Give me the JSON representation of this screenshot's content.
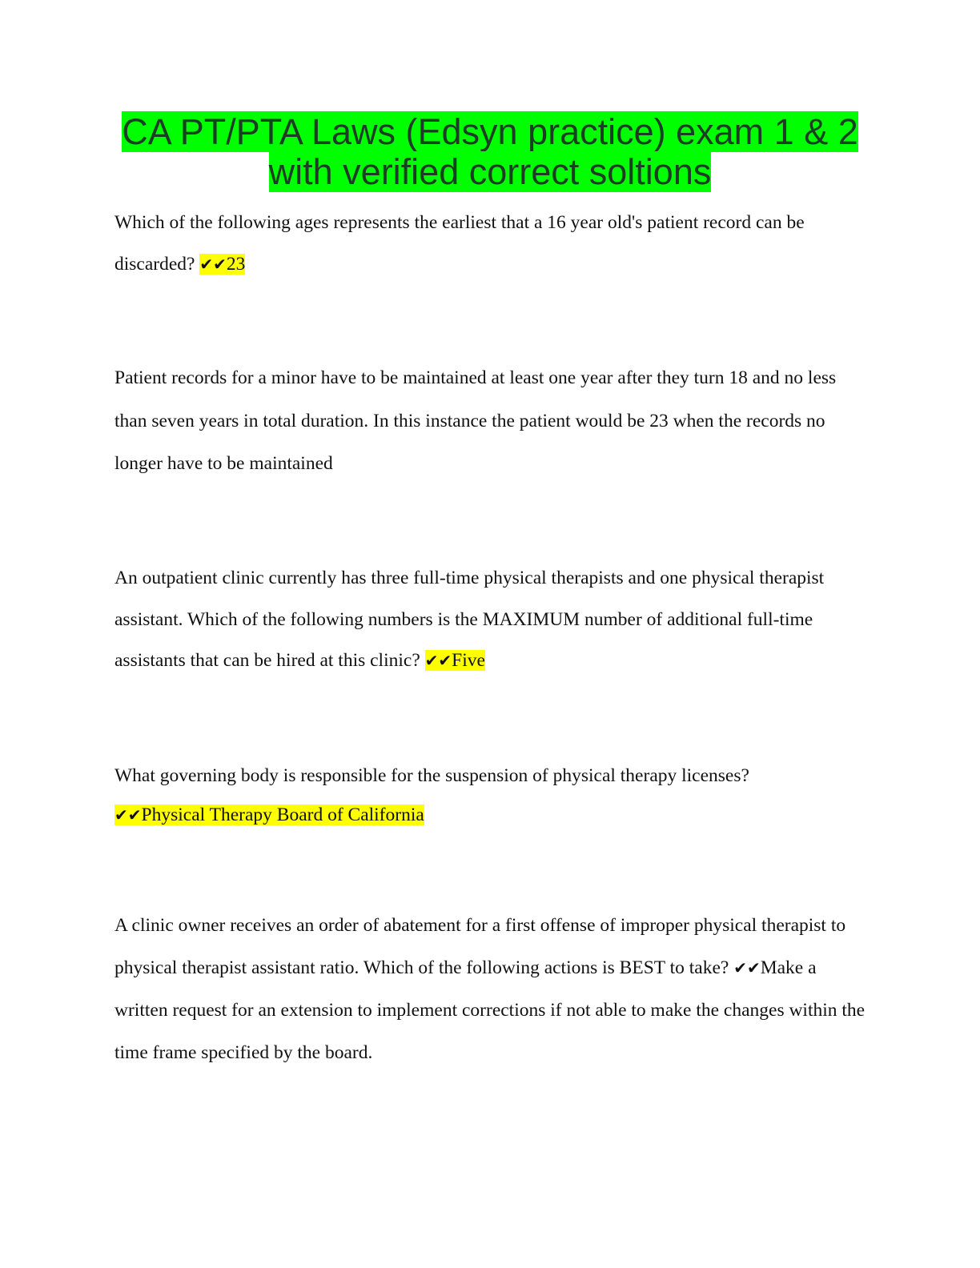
{
  "document": {
    "title": "CA PT/PTA Laws (Edsyn practice) exam 1 & 2 with verified correct soltions",
    "check_marks": "✔✔",
    "items": [
      {
        "question": "Which of the following ages represents the earliest that a 16 year old's patient record can be discarded?",
        "answer": "23"
      },
      {
        "explanation": "Patient records for a minor have to be maintained at least one year after they turn 18 and no less than seven years in total duration. In this instance the patient would be 23 when the records no longer have to be maintained"
      },
      {
        "question": "An outpatient clinic currently has three full-time physical therapists and one physical therapist assistant. Which of the following numbers is the MAXIMUM number of additional full-time assistants that can be hired at this clinic?",
        "answer": "Five"
      },
      {
        "question": "What governing body is responsible for the suspension of physical therapy licenses?",
        "answer": "Physical Therapy Board of California"
      },
      {
        "question": "A clinic owner receives an order of abatement for a first offense of improper physical therapist to physical therapist assistant ratio. Which of the following actions is BEST to take?",
        "answer": "Make a written request for an extension to implement corrections if not able to make the changes within the time frame specified by the board."
      }
    ]
  },
  "colors": {
    "title_highlight": "#00ff00",
    "answer_highlight": "#ffff00"
  }
}
